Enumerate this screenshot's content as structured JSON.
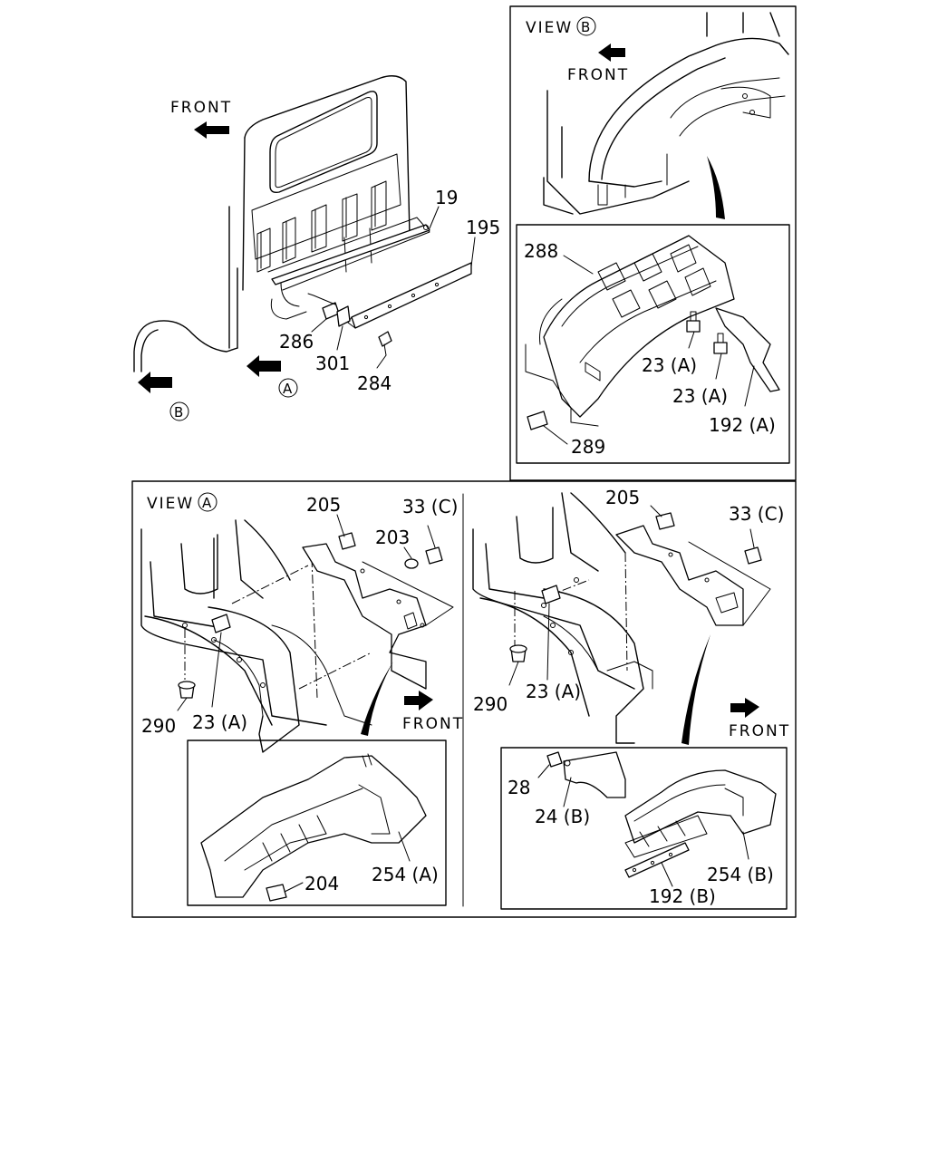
{
  "colors": {
    "line": "#000000",
    "background": "#ffffff"
  },
  "icons": [
    "front-arrow-icon",
    "circled-letter-icon"
  ],
  "view_a_marker": "A",
  "view_b_marker": "B",
  "main_view": {
    "front_label": "FRONT",
    "labels": {
      "p19": "19",
      "p195": "195",
      "p286": "286",
      "p301": "301",
      "p284": "284"
    }
  },
  "view_b": {
    "title": "VIEW",
    "front_label": "FRONT",
    "labels": {
      "p288": "288",
      "p23a_1": "23 (A)",
      "p23a_2": "23 (A)",
      "p192a": "192 (A)",
      "p289": "289"
    }
  },
  "view_a_left": {
    "title": "VIEW",
    "front_label": "FRONT",
    "labels": {
      "p205": "205",
      "p203": "203",
      "p33c": "33 (C)",
      "p290": "290",
      "p23a": "23 (A)",
      "p254a": "254 (A)",
      "p204": "204"
    }
  },
  "view_a_right": {
    "front_label": "FRONT",
    "labels": {
      "p205": "205",
      "p33c": "33 (C)",
      "p290": "290",
      "p23a": "23 (A)",
      "p28": "28",
      "p24b": "24 (B)",
      "p254b": "254 (B)",
      "p192b": "192 (B)"
    }
  }
}
